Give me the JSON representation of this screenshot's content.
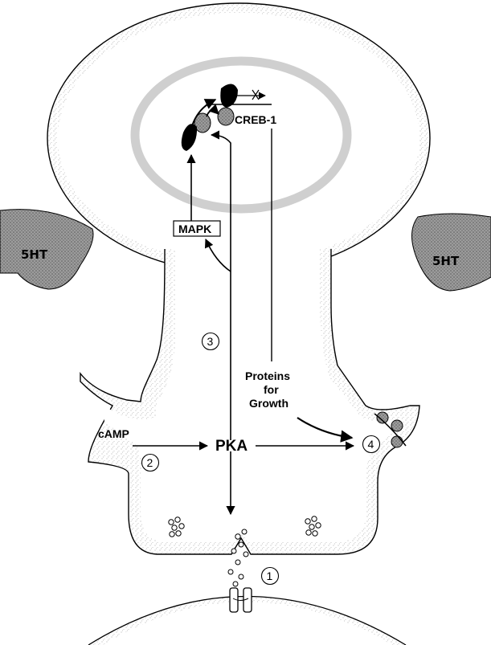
{
  "labels": {
    "creb": "CREB-1",
    "mapk": "MAPK",
    "camp": "cAMP",
    "pka": "PKA",
    "proteins_line1": "Proteins",
    "proteins_line2": "for",
    "proteins_line3": "Growth",
    "serotonin_left": "5HT",
    "serotonin_right": "5HT"
  },
  "steps": [
    "1",
    "2",
    "3",
    "4"
  ],
  "colors": {
    "ink": "#000000",
    "stipple_fill": "#e6e6e6",
    "dark_stipple": "#8c8c8c",
    "nucleus_ring": "#c8c8c8"
  }
}
